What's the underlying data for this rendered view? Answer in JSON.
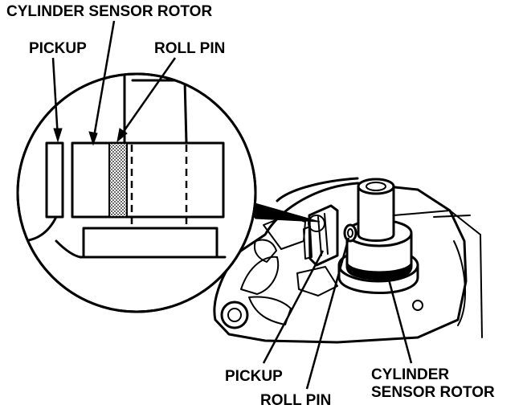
{
  "labels": {
    "inset_rotor": "CYLINDER SENSOR ROTOR",
    "inset_pickup": "PICKUP",
    "inset_roll_pin": "ROLL PIN",
    "main_pickup": "PICKUP",
    "main_rotor_line1": "CYLINDER",
    "main_rotor_line2": "SENSOR ROTOR",
    "main_roll_pin": "ROLL PIN"
  },
  "colors": {
    "ink": "#000000",
    "paper": "#ffffff"
  }
}
